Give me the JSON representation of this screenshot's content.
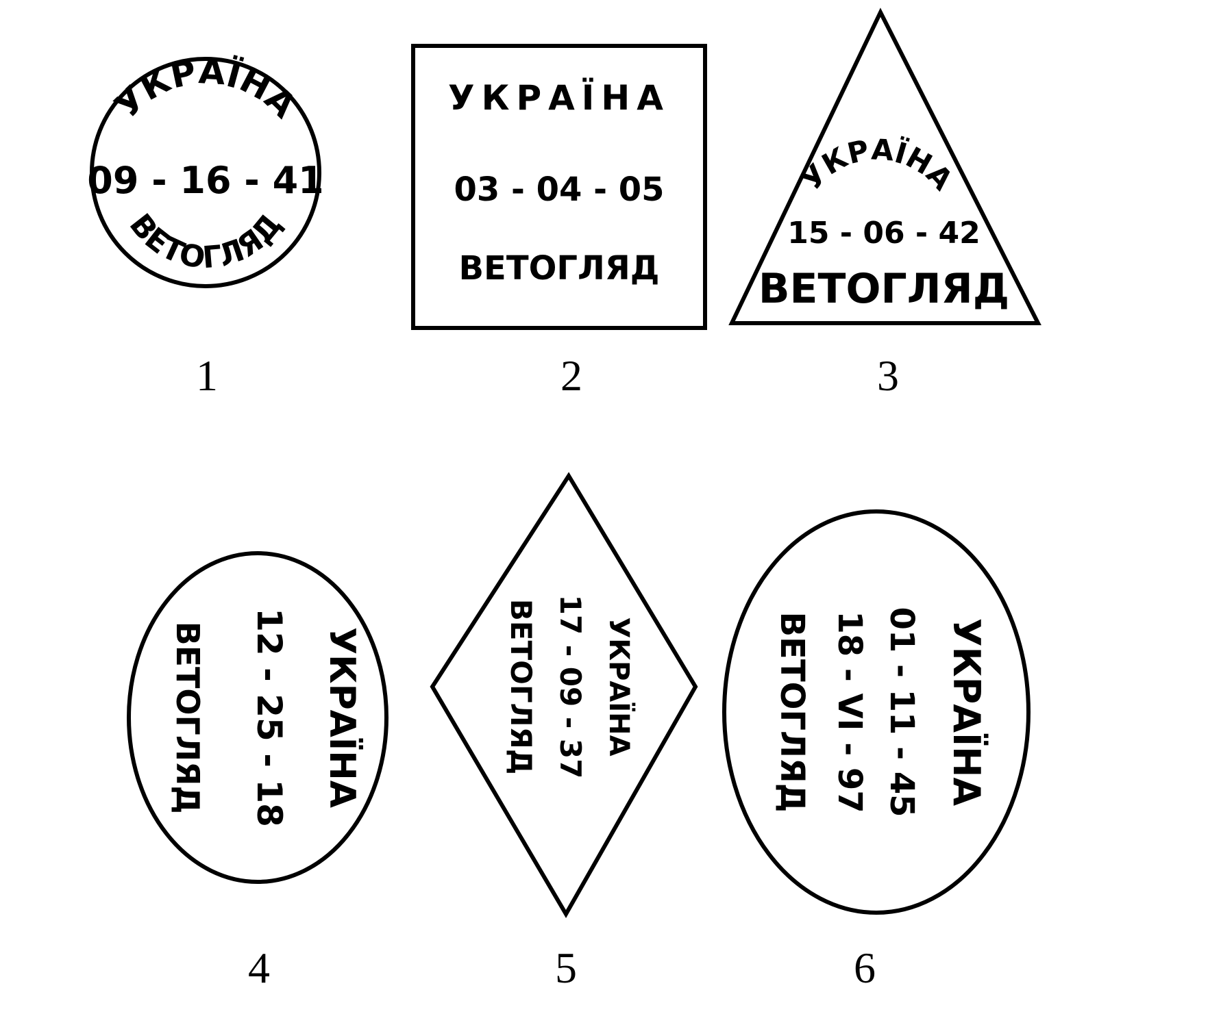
{
  "figures": [
    {
      "number": "1",
      "shape": "circle",
      "country": "УКРАЇНА",
      "code": "09 - 16 - 41",
      "label": "ВЕТОГЛЯД"
    },
    {
      "number": "2",
      "shape": "square",
      "country": "УКРАЇНА",
      "code": "03 - 04 - 05",
      "label": "ВЕТОГЛЯД"
    },
    {
      "number": "3",
      "shape": "triangle",
      "country": "УКРАЇНА",
      "code": "15 - 06 - 42",
      "label": "ВЕТОГЛЯД"
    },
    {
      "number": "4",
      "shape": "oval",
      "country": "УКРАЇНА",
      "code": "12 - 25 - 18",
      "label": "ВЕТОГЛЯД"
    },
    {
      "number": "5",
      "shape": "rhombus",
      "country": "УКРАЇНА",
      "code": "17 - 09 - 37",
      "label": "ВЕТОГЛЯД"
    },
    {
      "number": "6",
      "shape": "oval",
      "country": "УКРАЇНА",
      "code": "01 - 11 - 45",
      "code2": "18 - VI - 97",
      "label": "ВЕТОГЛЯД"
    }
  ]
}
